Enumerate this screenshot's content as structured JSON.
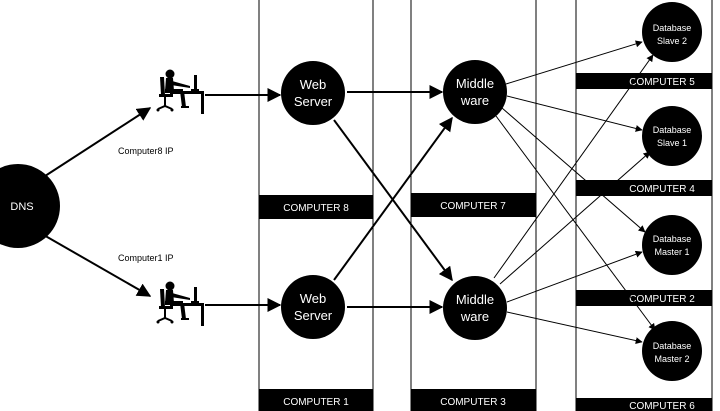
{
  "nodes": {
    "dns": "DNS",
    "web_server_top": [
      "Web",
      "Server"
    ],
    "web_server_bottom": [
      "Web",
      "Server"
    ],
    "middleware_top": [
      "Middle",
      "ware"
    ],
    "middleware_bottom": [
      "Middle",
      "ware"
    ],
    "db_slave_2": [
      "Database",
      "Slave 2"
    ],
    "db_slave_1": [
      "Database",
      "Slave 1"
    ],
    "db_master_1": [
      "Database",
      "Master 1"
    ],
    "db_master_2": [
      "Database",
      "Master 2"
    ]
  },
  "edge_labels": {
    "computer8_ip": "Computer8 IP",
    "computer1_ip": "Computer1 IP"
  },
  "computer_labels": {
    "c8": "COMPUTER 8",
    "c7": "COMPUTER 7",
    "c5": "COMPUTER 5",
    "c4": "COMPUTER 4",
    "c2": "COMPUTER 2",
    "c1": "COMPUTER 1",
    "c3": "COMPUTER 3",
    "c6": "COMPUTER 6"
  }
}
